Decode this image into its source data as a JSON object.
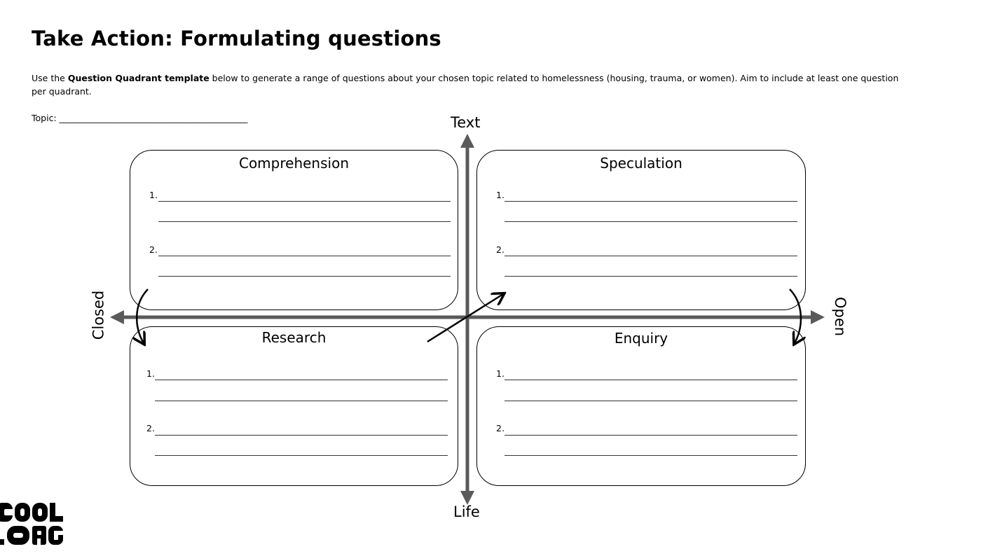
{
  "title": "Take Action: Formulating questions",
  "intro": {
    "prefix": "Use the ",
    "bold": "Question Quadrant template",
    "suffix": " below to generate a range of questions about your chosen topic related to homelessness (housing, trauma, or women). Aim to include at least one question per quadrant."
  },
  "topic_label": "Topic: ___________________________________________",
  "axes": {
    "top": "Text",
    "bottom": "Life",
    "left": "Closed",
    "right": "Open",
    "color": "#5a5a5a"
  },
  "quadrants": [
    {
      "title": "Comprehension",
      "items": [
        "1.",
        "2."
      ]
    },
    {
      "title": "Speculation",
      "items": [
        "1.",
        "2."
      ]
    },
    {
      "title": "Research",
      "items": [
        "1.",
        "2."
      ]
    },
    {
      "title": "Enquiry",
      "items": [
        "1.",
        "2."
      ]
    }
  ],
  "logo": {
    "line1": "COOL",
    "line2": ".ORG"
  }
}
